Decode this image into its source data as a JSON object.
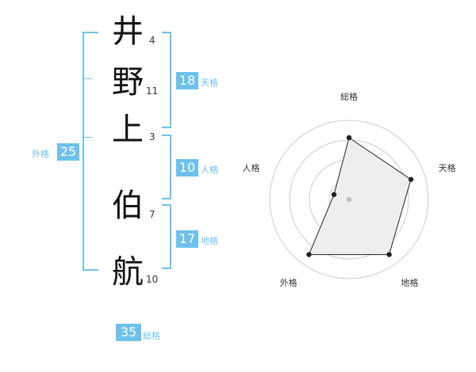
{
  "name_chars": [
    {
      "char": "井",
      "strokes": "4"
    },
    {
      "char": "野",
      "strokes": "11"
    },
    {
      "char": "上",
      "strokes": "3"
    },
    {
      "char": "伯",
      "strokes": "7"
    },
    {
      "char": "航",
      "strokes": "10"
    }
  ],
  "fortunes": {
    "tenkaku": {
      "value": "18",
      "label": "天格"
    },
    "jinkaku": {
      "value": "10",
      "label": "人格"
    },
    "chikaku": {
      "value": "17",
      "label": "地格"
    },
    "gaikaku": {
      "value": "25",
      "label": "外格"
    },
    "soukaku": {
      "value": "35",
      "label": "総格"
    }
  },
  "chart_data": {
    "type": "radar",
    "axes": [
      "総格",
      "天格",
      "地格",
      "外格",
      "人格"
    ],
    "values": [
      0.78,
      0.82,
      0.86,
      0.86,
      0.2
    ],
    "rings": 4,
    "colors": {
      "fill": "#eeeeee",
      "line": "#222222",
      "ring": "#cccccc",
      "center": "#bbbbbb"
    }
  },
  "colors": {
    "accent": "#6ec1ec"
  }
}
